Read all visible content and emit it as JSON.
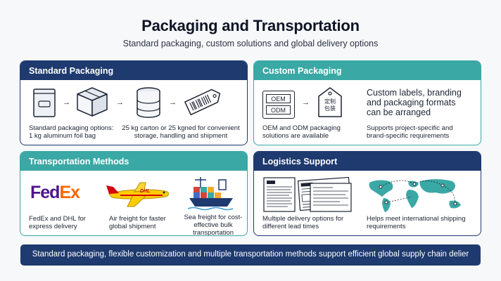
{
  "header": {
    "title": "Packaging and Transportation",
    "subtitle": "Standard packaging, custom solutions and global delivery options"
  },
  "standard_packaging": {
    "heading": "Standard Packaging",
    "caption_left": "Standard packaging options:\n1 kg aluminum foil bag",
    "caption_right": "25 kg carton or 25 kgned for convenient\nstorage, handling and shipment"
  },
  "custom_packaging": {
    "heading": "Custom Packaging",
    "oem_label": "OEM",
    "odm_label": "ODM",
    "tag_text": "定制\n包装",
    "note": "Custom labels, branding\nand packaging formats\ncan be arranged",
    "caption_left": "OEM and ODM packaging\nsolutions are available",
    "caption_right": "Supports project-specific and\nbrand-specific requirements"
  },
  "transportation": {
    "heading": "Transportation Methods",
    "fedex_fed": "Fed",
    "fedex_ex": "Ex",
    "plane_label": "DHL",
    "caption_express": "FedEx and DHL for\nexpress delivery",
    "caption_air": "Air freight for faster\nglobal shipment",
    "caption_sea": "Sea freight for cost-\neffective bulk\ntransportation"
  },
  "logistics": {
    "heading": "Logistics Support",
    "caption_left": "Multiple delivery options for\ndifferent lead times",
    "caption_right": "Helps meet international shipping\nrequirements"
  },
  "footer": {
    "banner": "Standard packaging, flexible customization and multiple transportation methods support efficient global supply chain delier"
  },
  "icons": {
    "arrow": "→",
    "foil_bag": "foil-bag-icon",
    "carton": "carton-box-icon",
    "drum": "drum-icon",
    "barcode_tag": "barcode-tag-icon",
    "oem_odm": "oem-odm-label-icon",
    "custom_tag": "custom-tag-icon",
    "plane": "cargo-plane-icon",
    "ship": "container-ship-icon",
    "documents": "shipping-documents-icon",
    "world_map": "world-map-icon"
  },
  "colors": {
    "navy": "#1e3a6e",
    "teal": "#3aa8a4",
    "fedex_purple": "#4d148c",
    "fedex_orange": "#ff6600",
    "dhl_yellow": "#ffcc00",
    "dhl_red": "#d40511"
  }
}
